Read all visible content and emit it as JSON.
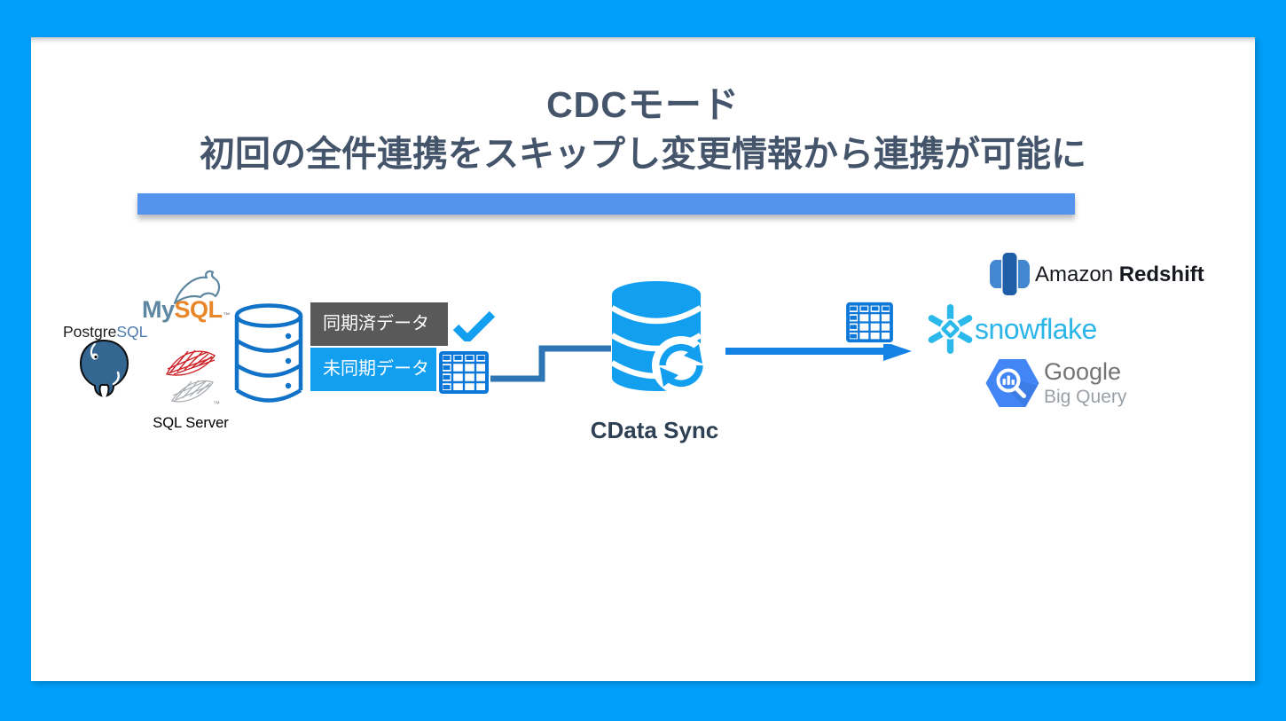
{
  "slide": {
    "title": "CDCモード",
    "subtitle": "初回の全件連携をスキップし変更情報から連携が可能に",
    "title_color": "#44546A",
    "accent_bar_color": "#5493EE",
    "frame_color": "#019FF8"
  },
  "sources": {
    "mysql": {
      "name_prefix": "My",
      "name_suffix": "SQL",
      "tm": "™"
    },
    "postgresql": {
      "name_prefix": "Postgre",
      "name_suffix": "SQL"
    },
    "sqlserver": {
      "caption": "SQL Server",
      "tm": "™"
    }
  },
  "cdc": {
    "synced_label": "同期済データ",
    "synced_bg": "#595959",
    "unsynced_label": "未同期データ",
    "unsynced_bg": "#129FF0"
  },
  "sync_engine": {
    "label": "CData Sync",
    "icon_color": "#129FF0"
  },
  "connectors": {
    "elbow_color": "#2E75B6",
    "arrow_color": "#1482E4",
    "table_icon_color": "#0B77D8",
    "check_color": "#129FF0"
  },
  "destinations": {
    "redshift": {
      "brand": "Amazon",
      "product": "Redshift"
    },
    "snowflake": {
      "brand": "snowflake",
      "color": "#2BB5E8"
    },
    "bigquery": {
      "brand": "Google",
      "product": "Big Query",
      "hex_color": "#4285F4"
    }
  }
}
